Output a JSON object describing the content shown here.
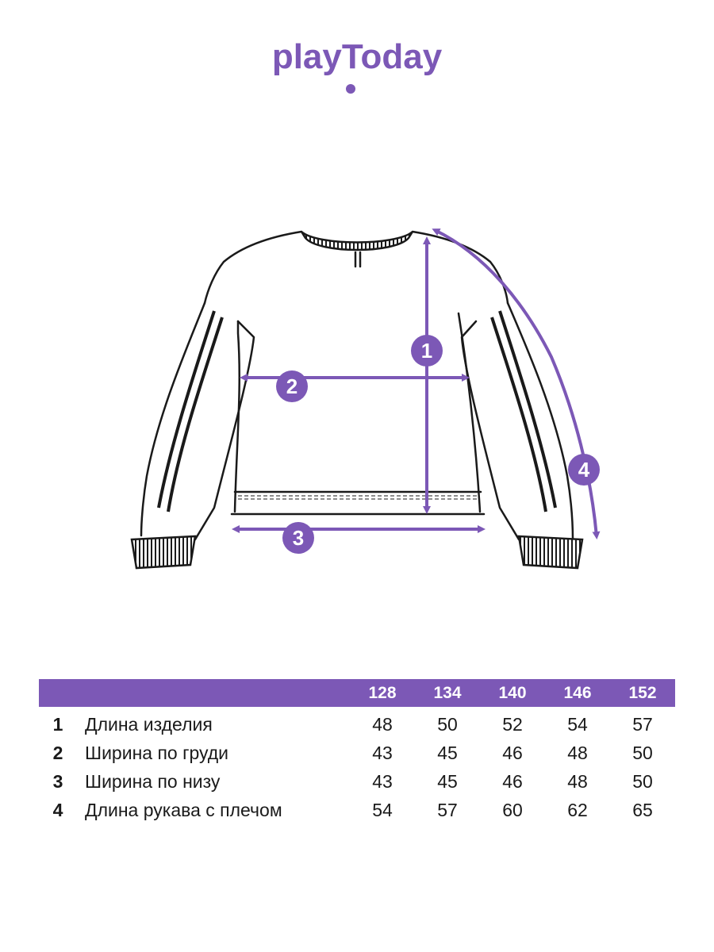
{
  "brand": {
    "logo_text": "playToday",
    "color": "#7c58b6"
  },
  "diagram": {
    "markers": [
      "1",
      "2",
      "3",
      "4"
    ],
    "line_color": "#1a1a1a",
    "accent_color": "#7c58b6"
  },
  "table": {
    "sizes": [
      "128",
      "134",
      "140",
      "146",
      "152"
    ],
    "rows": [
      {
        "num": "1",
        "label": "Длина изделия",
        "values": [
          "48",
          "50",
          "52",
          "54",
          "57"
        ]
      },
      {
        "num": "2",
        "label": "Ширина по груди",
        "values": [
          "43",
          "45",
          "46",
          "48",
          "50"
        ]
      },
      {
        "num": "3",
        "label": "Ширина по низу",
        "values": [
          "43",
          "45",
          "46",
          "48",
          "50"
        ]
      },
      {
        "num": "4",
        "label": "Длина рукава с плечом",
        "values": [
          "54",
          "57",
          "60",
          "62",
          "65"
        ]
      }
    ]
  }
}
